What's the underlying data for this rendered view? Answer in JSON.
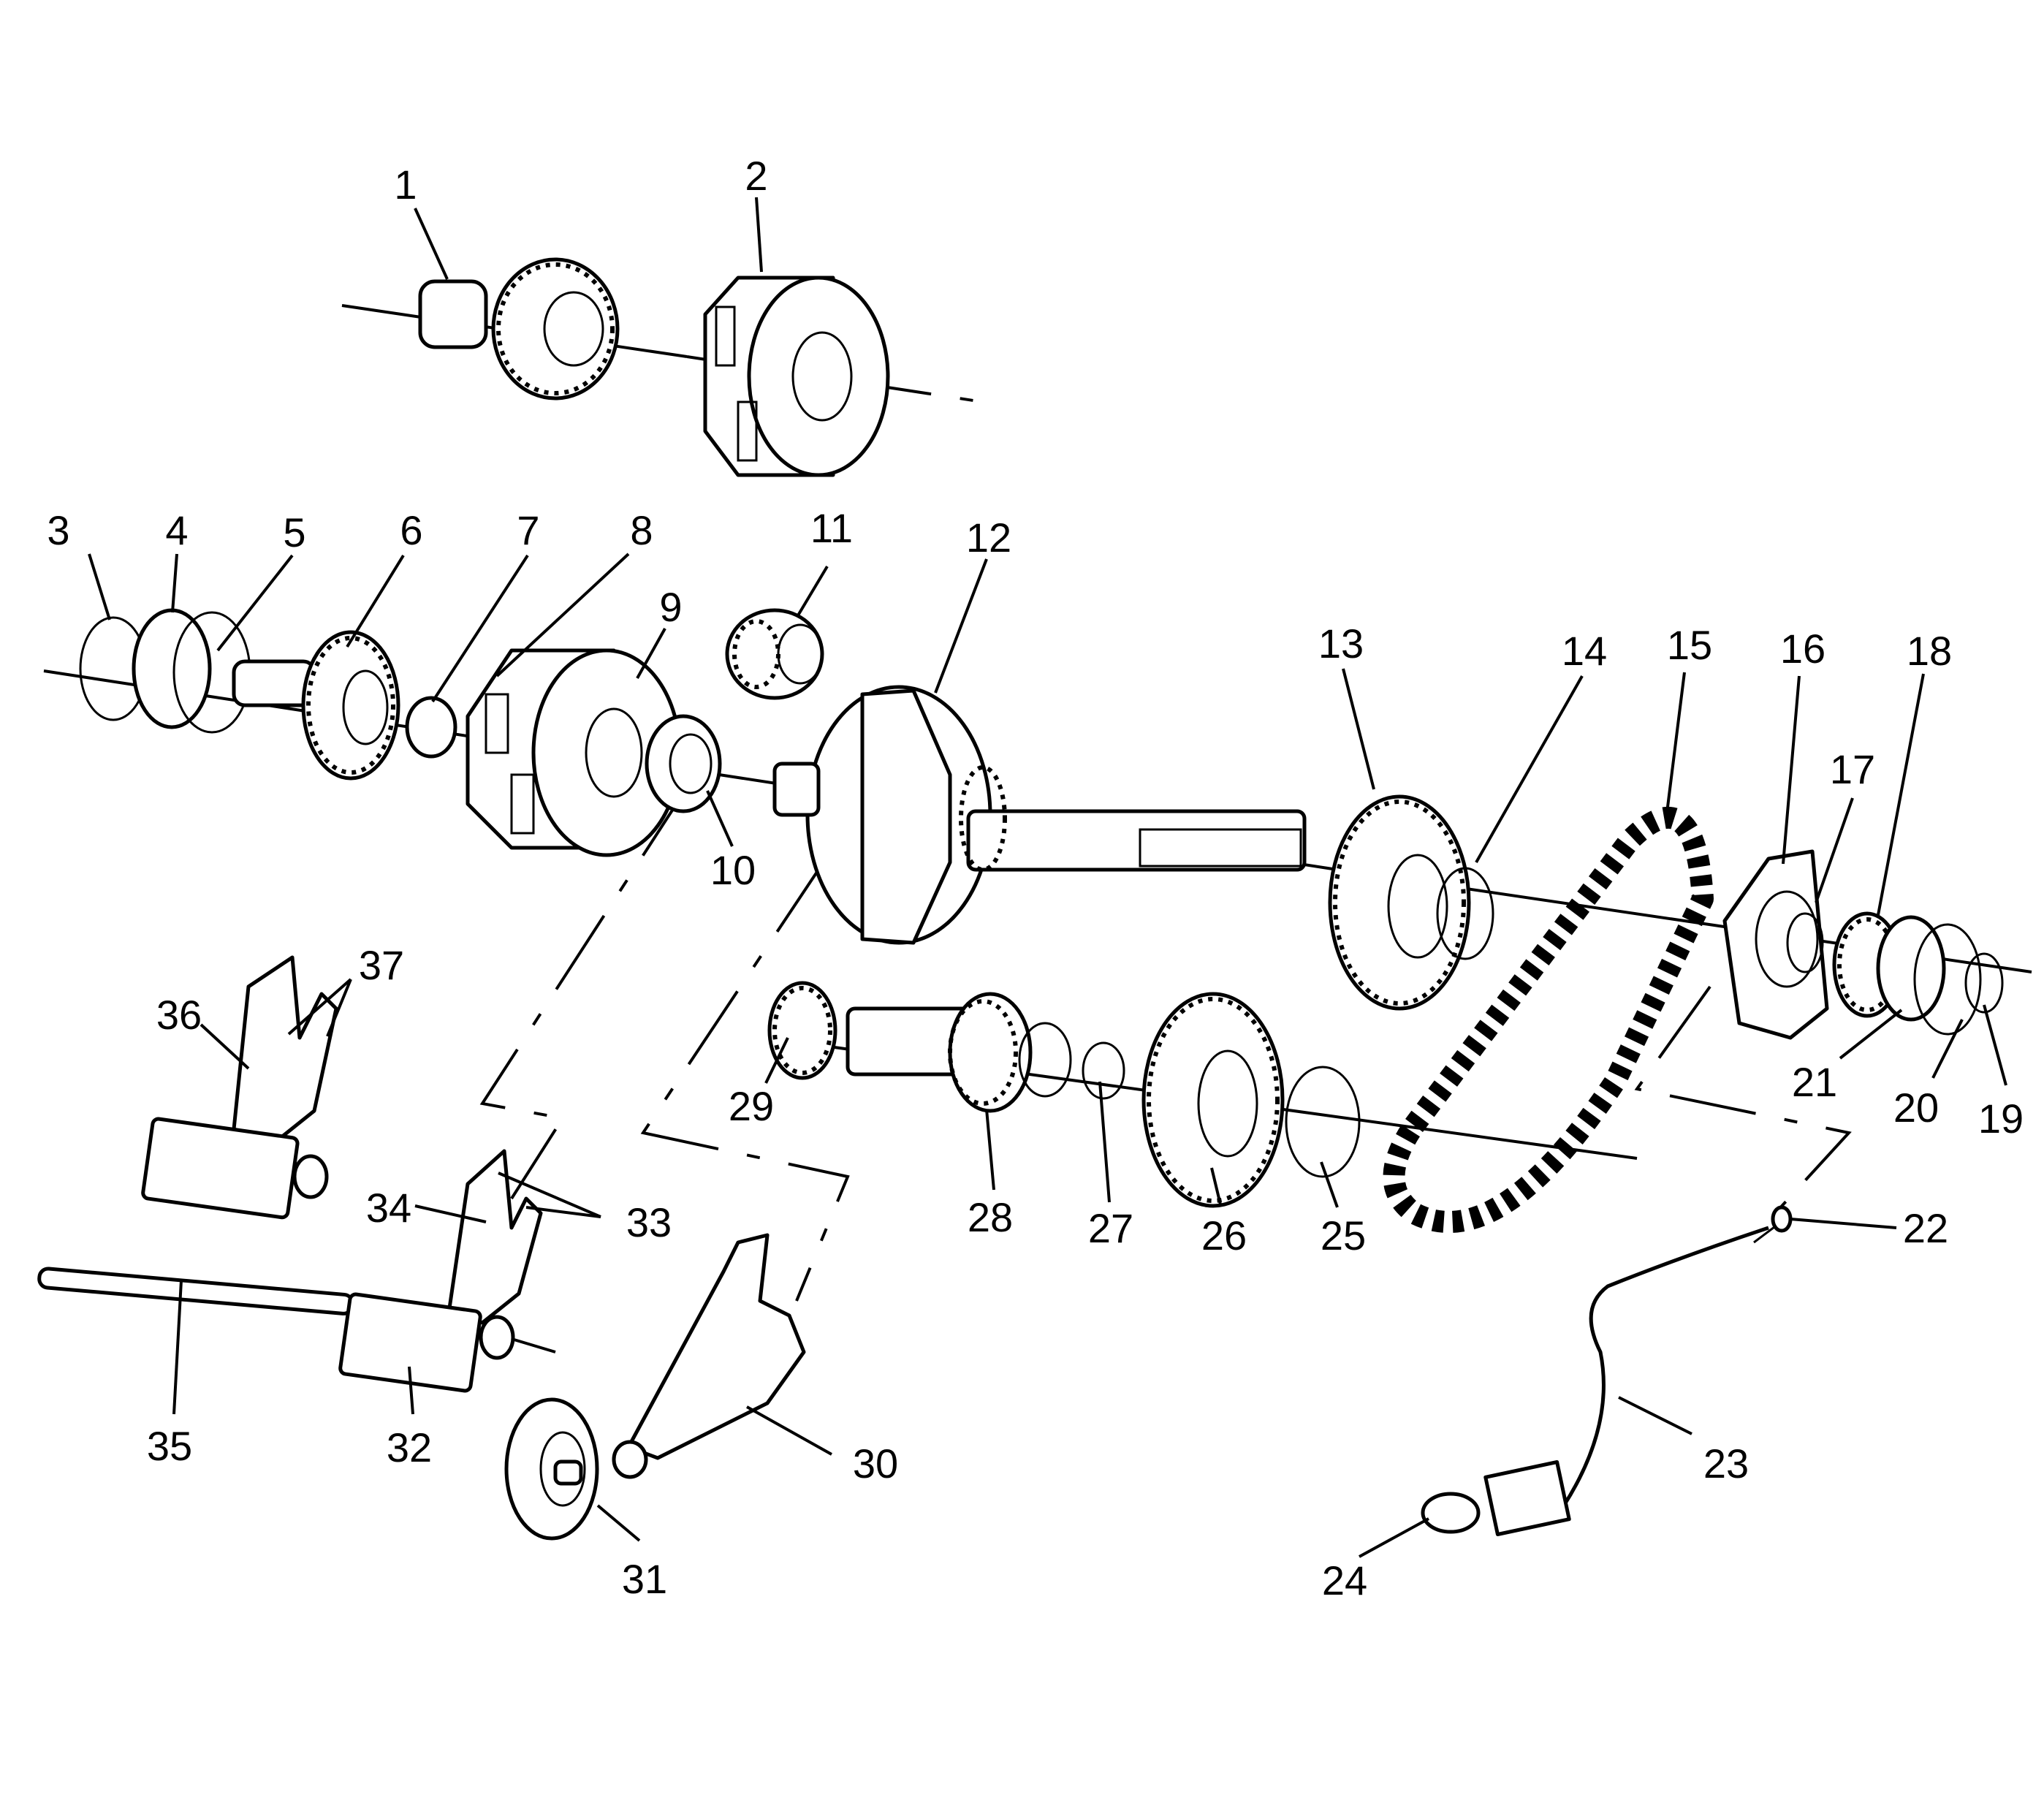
{
  "diagram": {
    "callouts": [
      {
        "id": "1",
        "label": "1"
      },
      {
        "id": "2",
        "label": "2"
      },
      {
        "id": "3",
        "label": "3"
      },
      {
        "id": "4",
        "label": "4"
      },
      {
        "id": "5",
        "label": "5"
      },
      {
        "id": "6",
        "label": "6"
      },
      {
        "id": "7",
        "label": "7"
      },
      {
        "id": "8",
        "label": "8"
      },
      {
        "id": "9",
        "label": "9"
      },
      {
        "id": "10",
        "label": "10"
      },
      {
        "id": "11",
        "label": "11"
      },
      {
        "id": "12",
        "label": "12"
      },
      {
        "id": "13",
        "label": "13"
      },
      {
        "id": "14",
        "label": "14"
      },
      {
        "id": "15",
        "label": "15"
      },
      {
        "id": "16",
        "label": "16"
      },
      {
        "id": "17",
        "label": "17"
      },
      {
        "id": "18",
        "label": "18"
      },
      {
        "id": "19",
        "label": "19"
      },
      {
        "id": "20",
        "label": "20"
      },
      {
        "id": "21",
        "label": "21"
      },
      {
        "id": "22",
        "label": "22"
      },
      {
        "id": "23",
        "label": "23"
      },
      {
        "id": "24",
        "label": "24"
      },
      {
        "id": "25",
        "label": "25"
      },
      {
        "id": "26",
        "label": "26"
      },
      {
        "id": "27",
        "label": "27"
      },
      {
        "id": "28",
        "label": "28"
      },
      {
        "id": "29",
        "label": "29"
      },
      {
        "id": "30",
        "label": "30"
      },
      {
        "id": "31",
        "label": "31"
      },
      {
        "id": "32",
        "label": "32"
      },
      {
        "id": "33",
        "label": "33"
      },
      {
        "id": "34",
        "label": "34"
      },
      {
        "id": "35",
        "label": "35"
      },
      {
        "id": "36",
        "label": "36"
      },
      {
        "id": "37",
        "label": "37"
      }
    ]
  }
}
